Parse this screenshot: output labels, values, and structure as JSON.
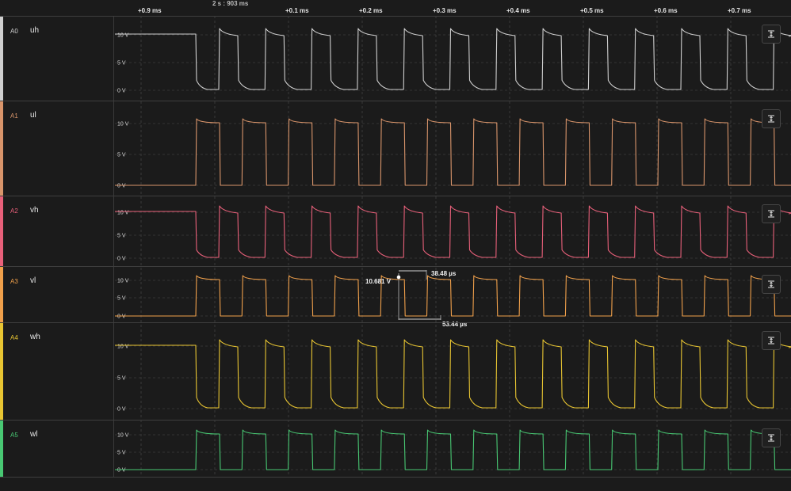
{
  "timeline": {
    "anchor": "2 s : 903 ms",
    "ticks": [
      "+0.9 ms",
      "+0.1 ms",
      "+0.2 ms",
      "+0.3 ms",
      "+0.4 ms",
      "+0.5 ms",
      "+0.6 ms",
      "+0.7 ms"
    ]
  },
  "channels": [
    {
      "id": "A0",
      "name": "uh",
      "color": "#cfcfcf",
      "waveform": "high-side",
      "levels": [
        "10 V",
        "5 V",
        "0 V"
      ]
    },
    {
      "id": "A1",
      "name": "ul",
      "color": "#d9956b",
      "waveform": "low-side",
      "levels": [
        "10 V",
        "5 V",
        "0 V"
      ]
    },
    {
      "id": "A2",
      "name": "vh",
      "color": "#e8607a",
      "waveform": "high-side",
      "levels": [
        "10 V",
        "5 V",
        "0 V"
      ]
    },
    {
      "id": "A3",
      "name": "vl",
      "color": "#f0a04b",
      "waveform": "low-side",
      "levels": [
        "10 V",
        "5 V",
        "0 V"
      ]
    },
    {
      "id": "A4",
      "name": "wh",
      "color": "#e8c532",
      "waveform": "high-side",
      "levels": [
        "10 V",
        "5 V",
        "0 V"
      ]
    },
    {
      "id": "A5",
      "name": "wl",
      "color": "#48c873",
      "waveform": "low-side",
      "levels": [
        "10 V",
        "5 V",
        "0 V"
      ]
    }
  ],
  "measurement": {
    "voltage": "10.681 V",
    "pulse_width": "38.48 µs",
    "period": "53.44 µs"
  },
  "icons": {
    "scale": "vertical-fit-icon"
  }
}
